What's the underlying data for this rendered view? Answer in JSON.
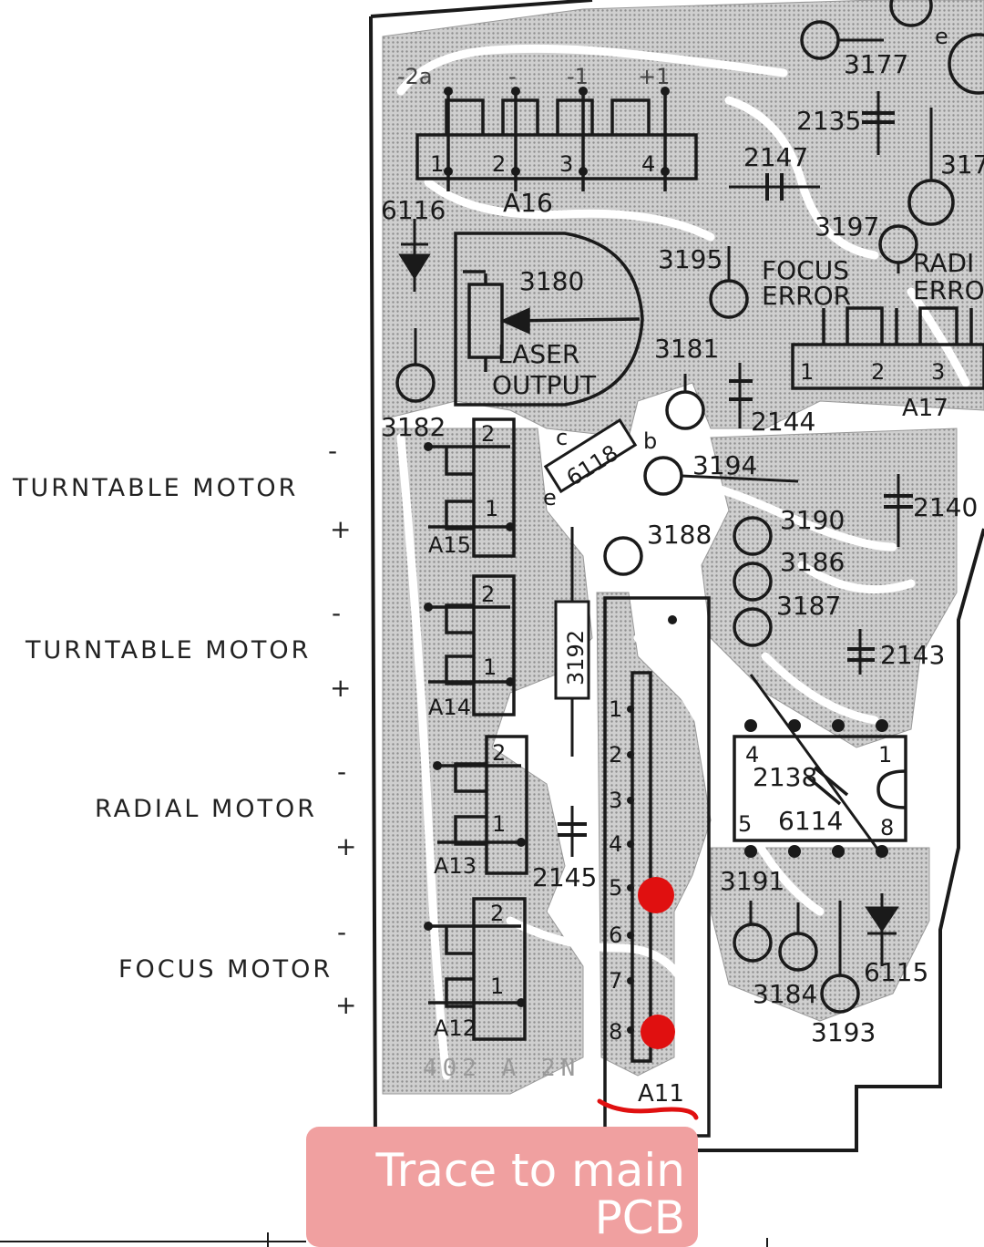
{
  "side_labels": {
    "turntable_motor_1": "TURNTABLE MOTOR",
    "turntable_motor_2": "TURNTABLE MOTOR",
    "radial_motor": "RADIAL MOTOR",
    "focus_motor": "FOCUS MOTOR",
    "minus": "-",
    "plus": "+"
  },
  "connectors": {
    "a16": "A16",
    "a17": "A17",
    "a15": "A15",
    "a14": "A14",
    "a13": "A13",
    "a12": "A12",
    "a11": "A11",
    "a16_pins": [
      "-2a",
      "-",
      "-1",
      "+1"
    ],
    "pin_numbers": [
      "1",
      "2",
      "3",
      "4"
    ],
    "a11_pins": [
      "1",
      "2",
      "3",
      "4",
      "5",
      "6",
      "7",
      "8"
    ]
  },
  "components": {
    "c3177": "3177",
    "c2135": "2135",
    "c317": "317",
    "c2147": "2147",
    "c3197": "3197",
    "c6116": "6116",
    "c3180": "3180",
    "c3195": "3195",
    "laser_output_1": "LASER",
    "laser_output_2": "OUTPUT",
    "focus_error_1": "FOCUS",
    "focus_error_2": "ERROR",
    "radial_error_1": "RADI",
    "radial_error_2": "ERRO",
    "c3181": "3181",
    "c2144": "2144",
    "c3182": "3182",
    "c6118": "6118",
    "c3194": "3194",
    "c2140": "2140",
    "c3188": "3188",
    "c3190": "3190",
    "c3186": "3186",
    "c3187": "3187",
    "c3192": "3192",
    "c2143": "2143",
    "c2138": "2138",
    "c6114": "6114",
    "c2145": "2145",
    "c3191": "3191",
    "c3184": "3184",
    "c6115": "6115",
    "c3193": "3193",
    "e": "e",
    "b": "b",
    "c": "c",
    "ic_pin_4": "4",
    "ic_pin_1": "1",
    "ic_pin_5": "5",
    "ic_pin_8": "8",
    "board_code": "402 A 2N"
  },
  "colors": {
    "copper": "#bdbdbd",
    "ink": "#1a1a1a",
    "marker": "#e01010",
    "caption_bg": "#f0a0a0"
  },
  "caption": {
    "line1": "Trace to main",
    "line2": "PCB"
  }
}
